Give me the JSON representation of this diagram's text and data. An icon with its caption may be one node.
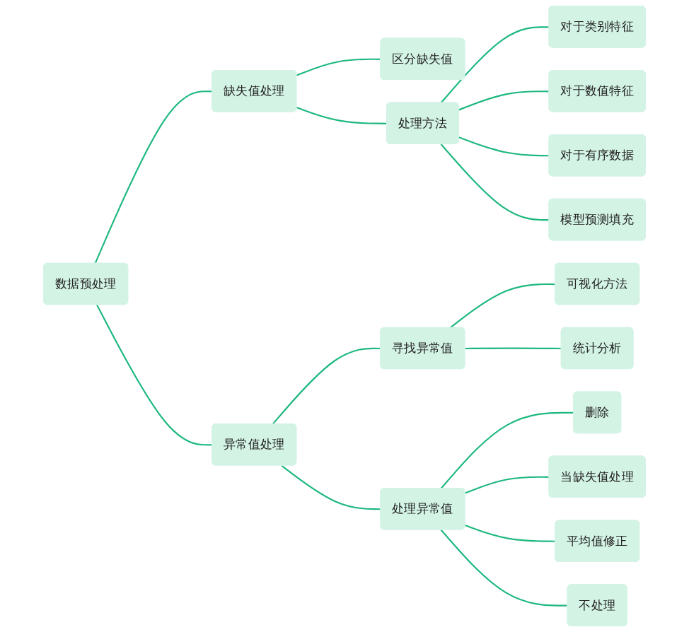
{
  "diagram": {
    "nodes": [
      {
        "text": [
          "数据预处理"
        ]
      },
      {
        "text": [
          "缺失值处理"
        ]
      },
      {
        "text": [
          "区分缺失值"
        ]
      },
      {
        "text": [
          "处理方法"
        ]
      },
      {
        "text": [
          "对于类别特征"
        ]
      },
      {
        "text": [
          "对于数值特征"
        ]
      },
      {
        "text": [
          "对于有序数据"
        ]
      },
      {
        "text": [
          "模型预测填充"
        ]
      },
      {
        "text": [
          "异常值处理"
        ]
      },
      {
        "text": [
          "寻找异常值"
        ]
      },
      {
        "text": [
          "可视化方法"
        ]
      },
      {
        "text": [
          "统计分析"
        ]
      },
      {
        "text": [
          "处理异常值"
        ]
      },
      {
        "text": [
          "删除"
        ]
      },
      {
        "text": [
          "当缺失值处理"
        ]
      },
      {
        "text": [
          "平均值修正"
        ]
      },
      {
        "text": [
          "不处理"
        ]
      }
    ],
    "edges": [
      {
        "from": 0,
        "to": 1,
        "arrow": "none"
      },
      {
        "from": 1,
        "to": 2,
        "arrow": "none"
      },
      {
        "from": 1,
        "to": 3,
        "arrow": "none"
      },
      {
        "from": 3,
        "to": 4,
        "arrow": "none"
      },
      {
        "from": 3,
        "to": 5,
        "arrow": "none"
      },
      {
        "from": 3,
        "to": 6,
        "arrow": "none"
      },
      {
        "from": 3,
        "to": 7,
        "arrow": "none"
      },
      {
        "from": 0,
        "to": 8,
        "arrow": "none"
      },
      {
        "from": 8,
        "to": 9,
        "arrow": "none"
      },
      {
        "from": 9,
        "to": 10,
        "arrow": "none"
      },
      {
        "from": 9,
        "to": 11,
        "arrow": "none"
      },
      {
        "from": 8,
        "to": 12,
        "arrow": "none"
      },
      {
        "from": 12,
        "to": 13,
        "arrow": "none"
      },
      {
        "from": 12,
        "to": 14,
        "arrow": "none"
      },
      {
        "from": 12,
        "to": 15,
        "arrow": "none"
      },
      {
        "from": 12,
        "to": 16,
        "arrow": "none"
      }
    ]
  }
}
